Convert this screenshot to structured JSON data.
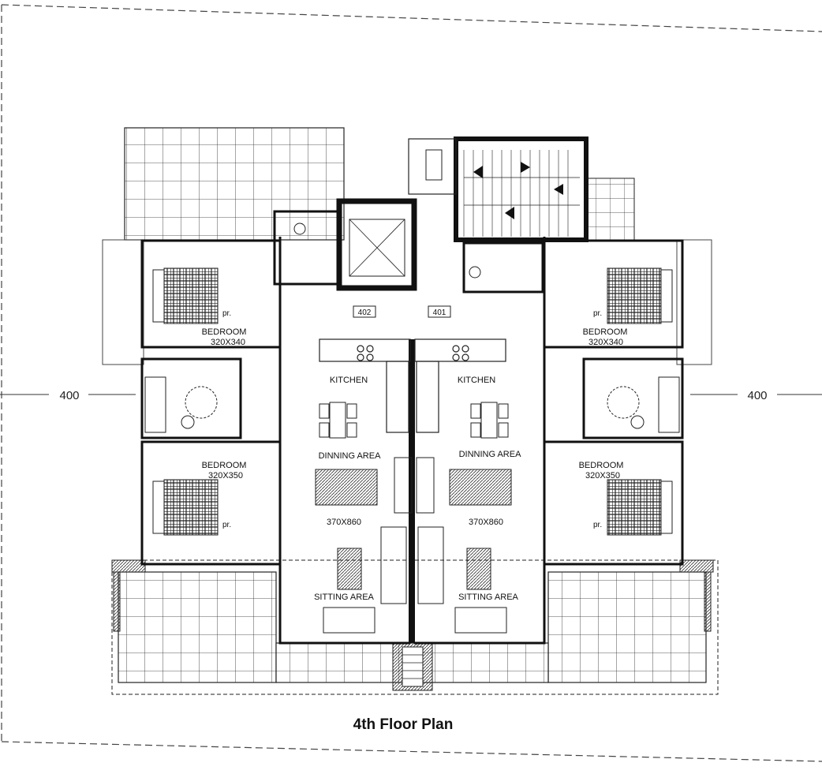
{
  "title": "4th Floor Plan",
  "dimensions": {
    "left": "400",
    "right": "400"
  },
  "units": [
    "402",
    "401"
  ],
  "rooms": {
    "kitchen": "KITCHEN",
    "dining": "DINNING AREA",
    "dining_size": "370X860",
    "sitting": "SITTING AREA",
    "bedroom": "BEDROOM",
    "bed_top_size": "320X340",
    "bed_bottom_size": "320X350"
  },
  "wardrobe_tag": "pr."
}
